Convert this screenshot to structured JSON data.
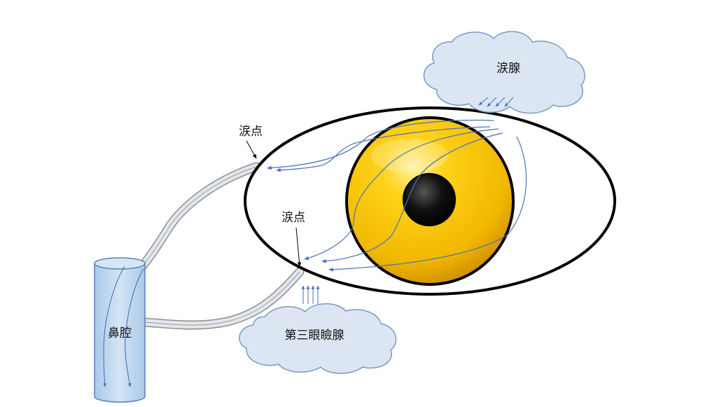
{
  "labels": {
    "lacrimal_gland": "涙腺",
    "upper_punctum": "涙点",
    "lower_punctum": "涙点",
    "third_eyelid_gland": "第三眼瞼腺",
    "nasal_cavity": "鼻腔"
  },
  "colors": {
    "iris": "#F2B800",
    "pupil": "#000000",
    "outline": "#000000",
    "cloud_fill": "#DCE6F2",
    "cloud_stroke": "#7A98C4",
    "flow_arrow": "#4A72B8",
    "duct_fill": "#E4E4E4",
    "duct_stroke": "#8C8C8C",
    "nasal_fill": "#BDD7EE",
    "nasal_stroke": "#5B7FB5"
  }
}
